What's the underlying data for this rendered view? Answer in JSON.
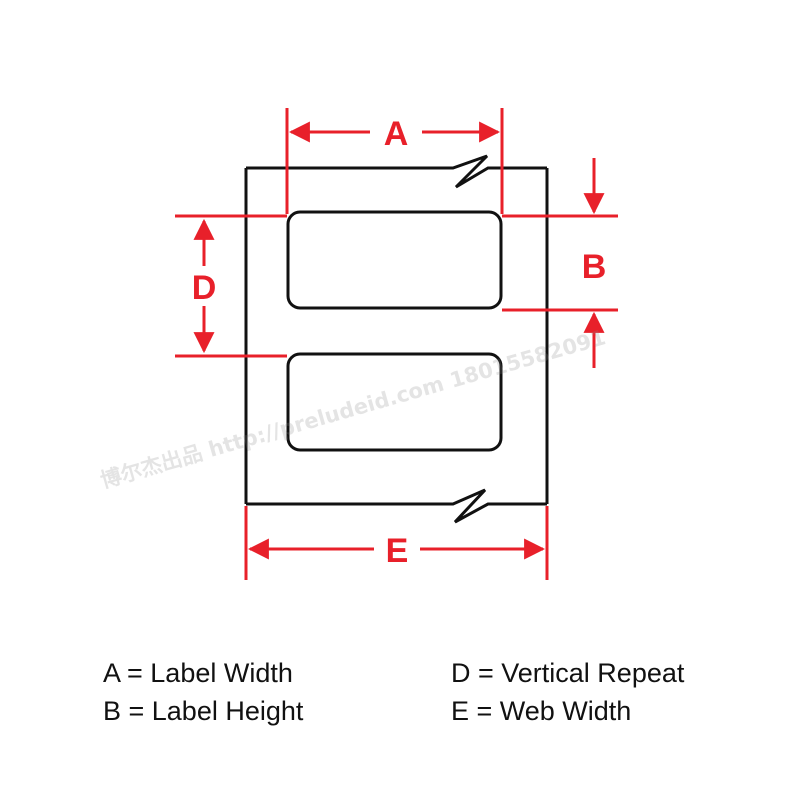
{
  "colors": {
    "dimension": "#e8202a",
    "outline": "#111111",
    "watermark": "#8a8a8a"
  },
  "dimensions": {
    "a": "A",
    "b": "B",
    "d": "D",
    "e": "E"
  },
  "watermark": "博尔杰出品 http://preludeid.com 18015582091",
  "legend": {
    "a": "A = Label Width",
    "b": "B = Label Height",
    "d": "D = Vertical Repeat",
    "e": "E = Web Width"
  }
}
